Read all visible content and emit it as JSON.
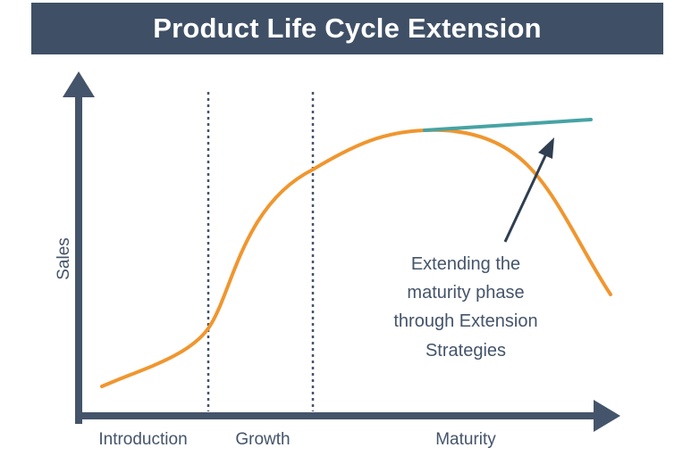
{
  "title": "Product Life Cycle Extension",
  "axes": {
    "y_label": "Sales"
  },
  "stages": [
    "Introduction",
    "Growth",
    "Maturity"
  ],
  "annotation": {
    "lines": [
      "Extending the",
      "maturity phase",
      "through Extension",
      "Strategies"
    ]
  },
  "colors": {
    "title_bg": "#3f5066",
    "title_text": "#ffffff",
    "axis": "#44546a",
    "sales_curve": "#f0962f",
    "extension_line": "#47a3a4",
    "divider": "#44546a",
    "text": "#44546a"
  }
}
